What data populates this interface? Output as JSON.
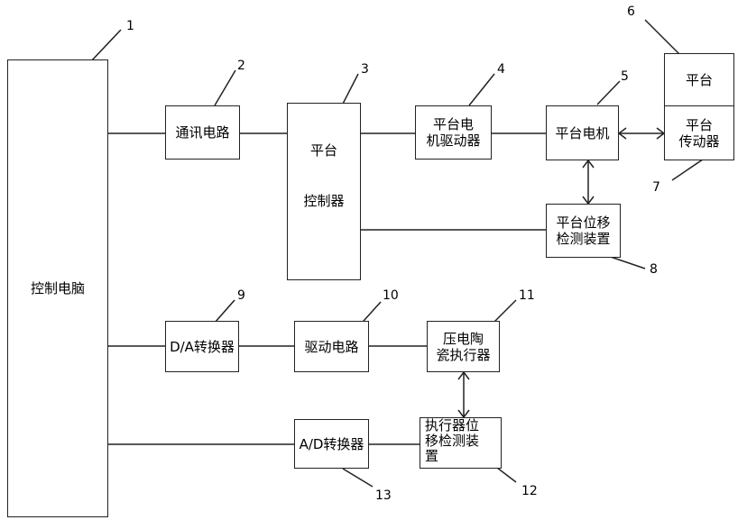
{
  "blocks": {
    "control_computer": "控制电脑",
    "comm_circuit": "通讯电路",
    "platform_controller": {
      "line1": "平台",
      "line2": "控制器"
    },
    "motor_driver": {
      "line1": "平台电",
      "line2": "机驱动器"
    },
    "platform_motor": "平台电机",
    "platform": "平台",
    "platform_transmission": {
      "line1": "平台",
      "line2": "传动器"
    },
    "platform_displacement": {
      "line1": "平台位移",
      "line2": "检测装置"
    },
    "da_converter": "D/A转换器",
    "drive_circuit": "驱动电路",
    "piezo_actuator": {
      "line1": "压电陶",
      "line2": "瓷执行器"
    },
    "actuator_displacement": {
      "line1": "执行器位",
      "line2": "移检测装",
      "line3": "置"
    },
    "ad_converter": "A/D转换器"
  },
  "labels": {
    "n1": "1",
    "n2": "2",
    "n3": "3",
    "n4": "4",
    "n5": "5",
    "n6": "6",
    "n7": "7",
    "n8": "8",
    "n9": "9",
    "n10": "10",
    "n11": "11",
    "n12": "12",
    "n13": "13"
  }
}
